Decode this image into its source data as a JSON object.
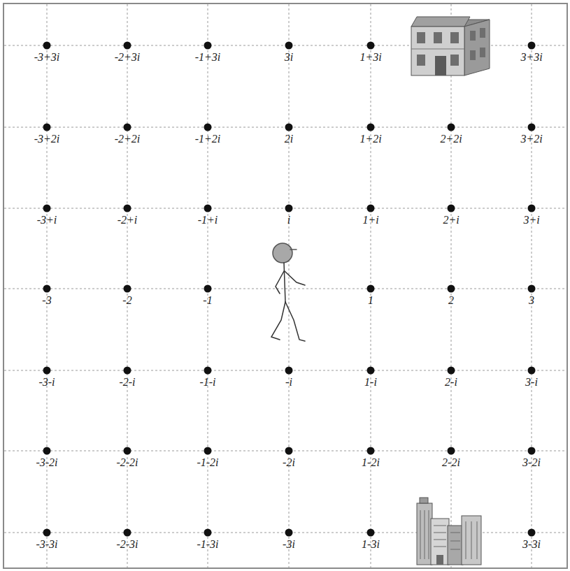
{
  "diagram": {
    "labels": [
      "-3+3i",
      "-2+3i",
      "-1+3i",
      "3i",
      "1+3i",
      "3+3i",
      "-3+2i",
      "-2+2i",
      "-1+2i",
      "2i",
      "1+2i",
      "2+2i",
      "3+2i",
      "-3+i",
      "-2+i",
      "-1+i",
      "i",
      "1+i",
      "2+i",
      "3+i",
      "-3",
      "-2",
      "-1",
      "1",
      "2",
      "3",
      "-3-i",
      "-2-i",
      "-1-i",
      "-i",
      "1-i",
      "2-i",
      "3-i",
      "-3-2i",
      "-2-2i",
      "-1-2i",
      "-2i",
      "1-2i",
      "2-2i",
      "3-2i",
      "-3-3i",
      "-2-3i",
      "-1-3i",
      "-3i",
      "1-3i",
      "3-3i"
    ]
  }
}
